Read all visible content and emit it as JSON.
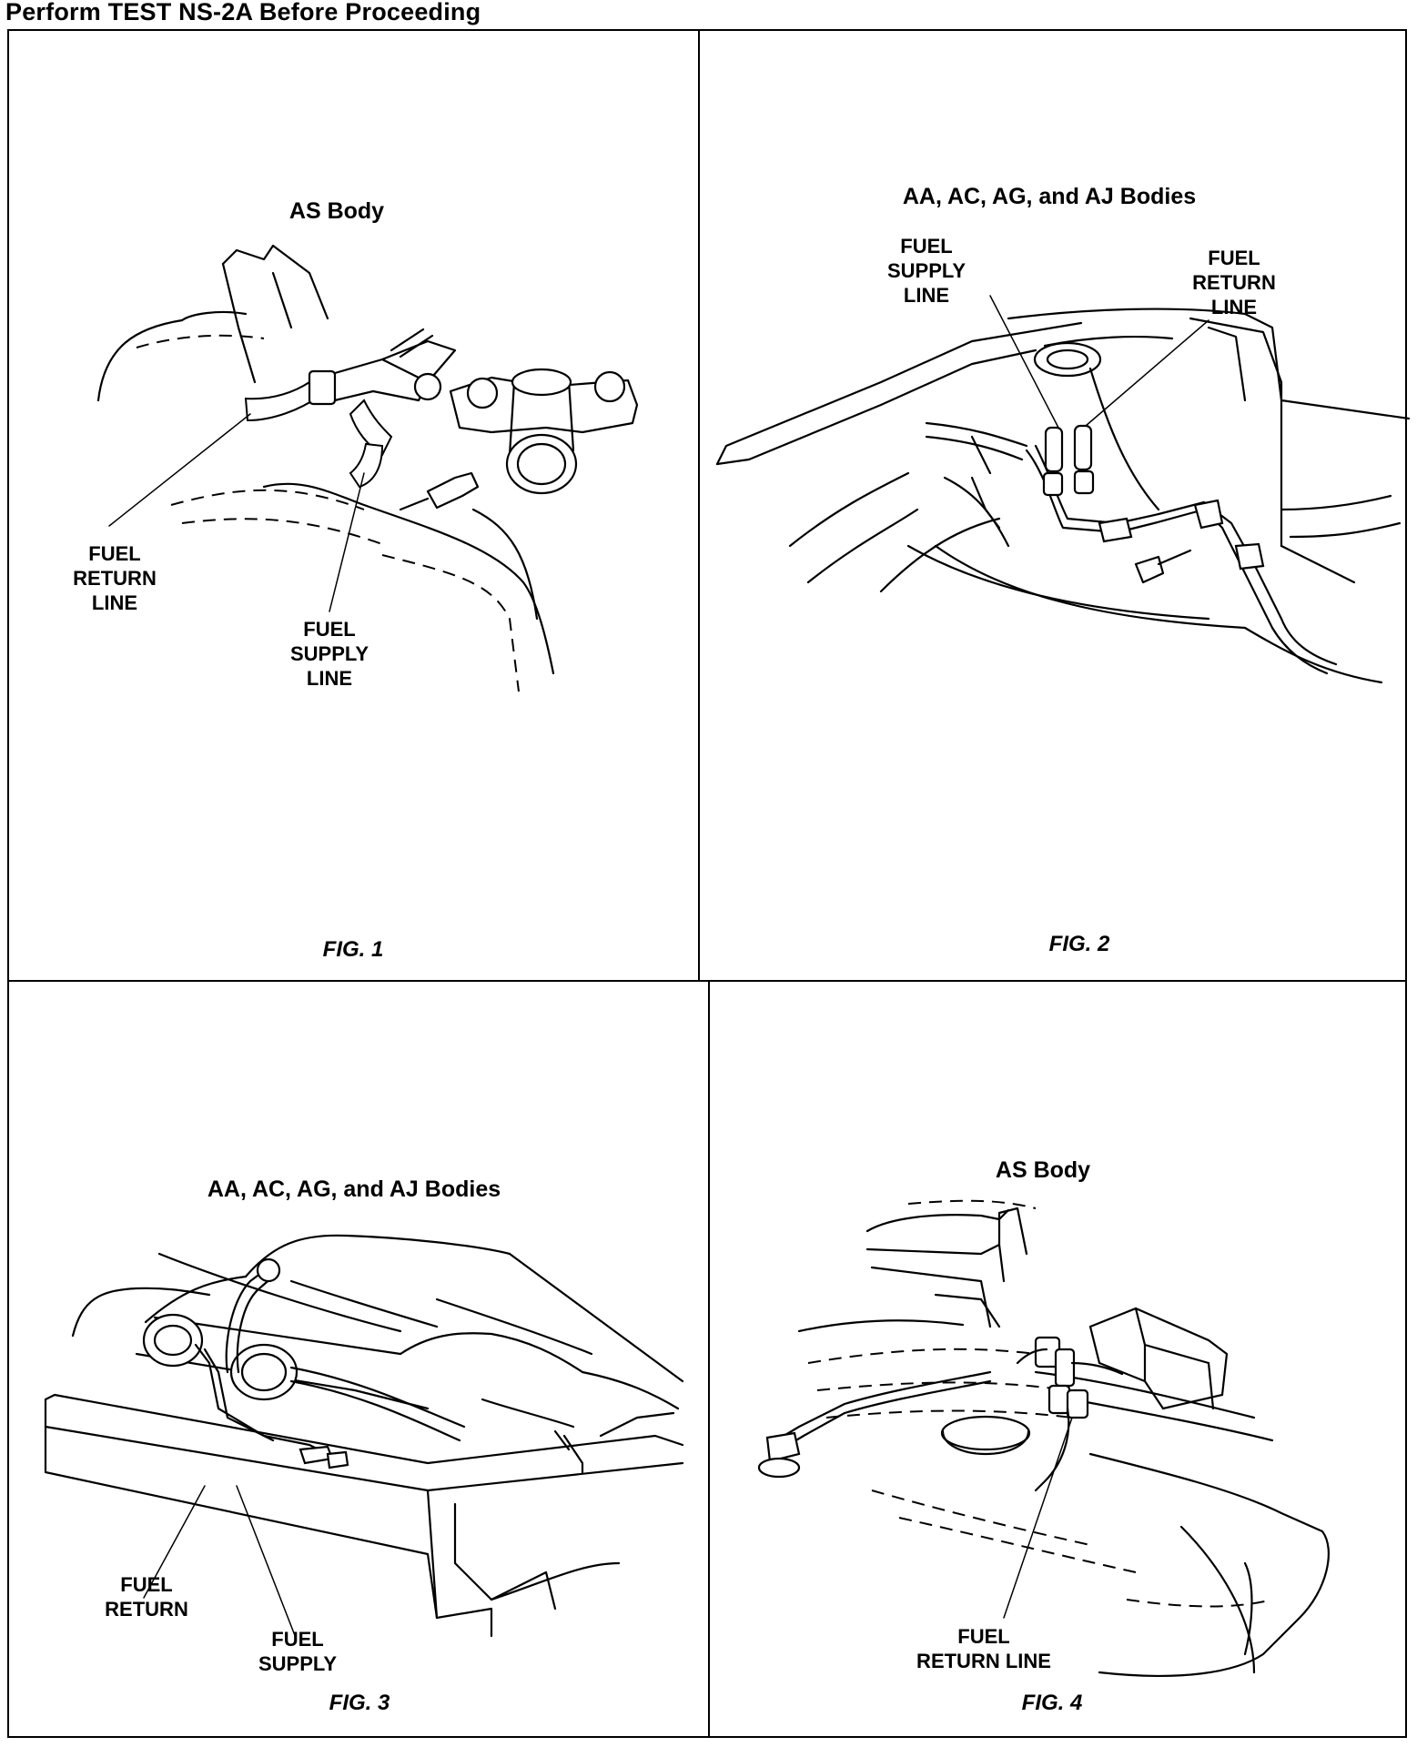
{
  "header": "Perform TEST NS-2A Before Proceeding",
  "panels": [
    {
      "title": "AS Body",
      "figure": "FIG. 1",
      "labels": [
        {
          "lines": [
            "FUEL",
            "RETURN",
            "LINE"
          ]
        },
        {
          "lines": [
            "FUEL",
            "SUPPLY",
            "LINE"
          ]
        }
      ]
    },
    {
      "title": "AA, AC, AG, and AJ Bodies",
      "figure": "FIG. 2",
      "labels": [
        {
          "lines": [
            "FUEL",
            "SUPPLY",
            "LINE"
          ]
        },
        {
          "lines": [
            "FUEL",
            "RETURN",
            "LINE"
          ]
        }
      ]
    },
    {
      "title": "AA, AC, AG, and AJ Bodies",
      "figure": "FIG. 3",
      "labels": [
        {
          "lines": [
            "FUEL",
            "RETURN"
          ]
        },
        {
          "lines": [
            "FUEL",
            "SUPPLY"
          ]
        }
      ]
    },
    {
      "title": "AS Body",
      "figure": "FIG. 4",
      "labels": [
        {
          "lines": [
            "FUEL",
            "RETURN LINE"
          ]
        }
      ]
    }
  ]
}
